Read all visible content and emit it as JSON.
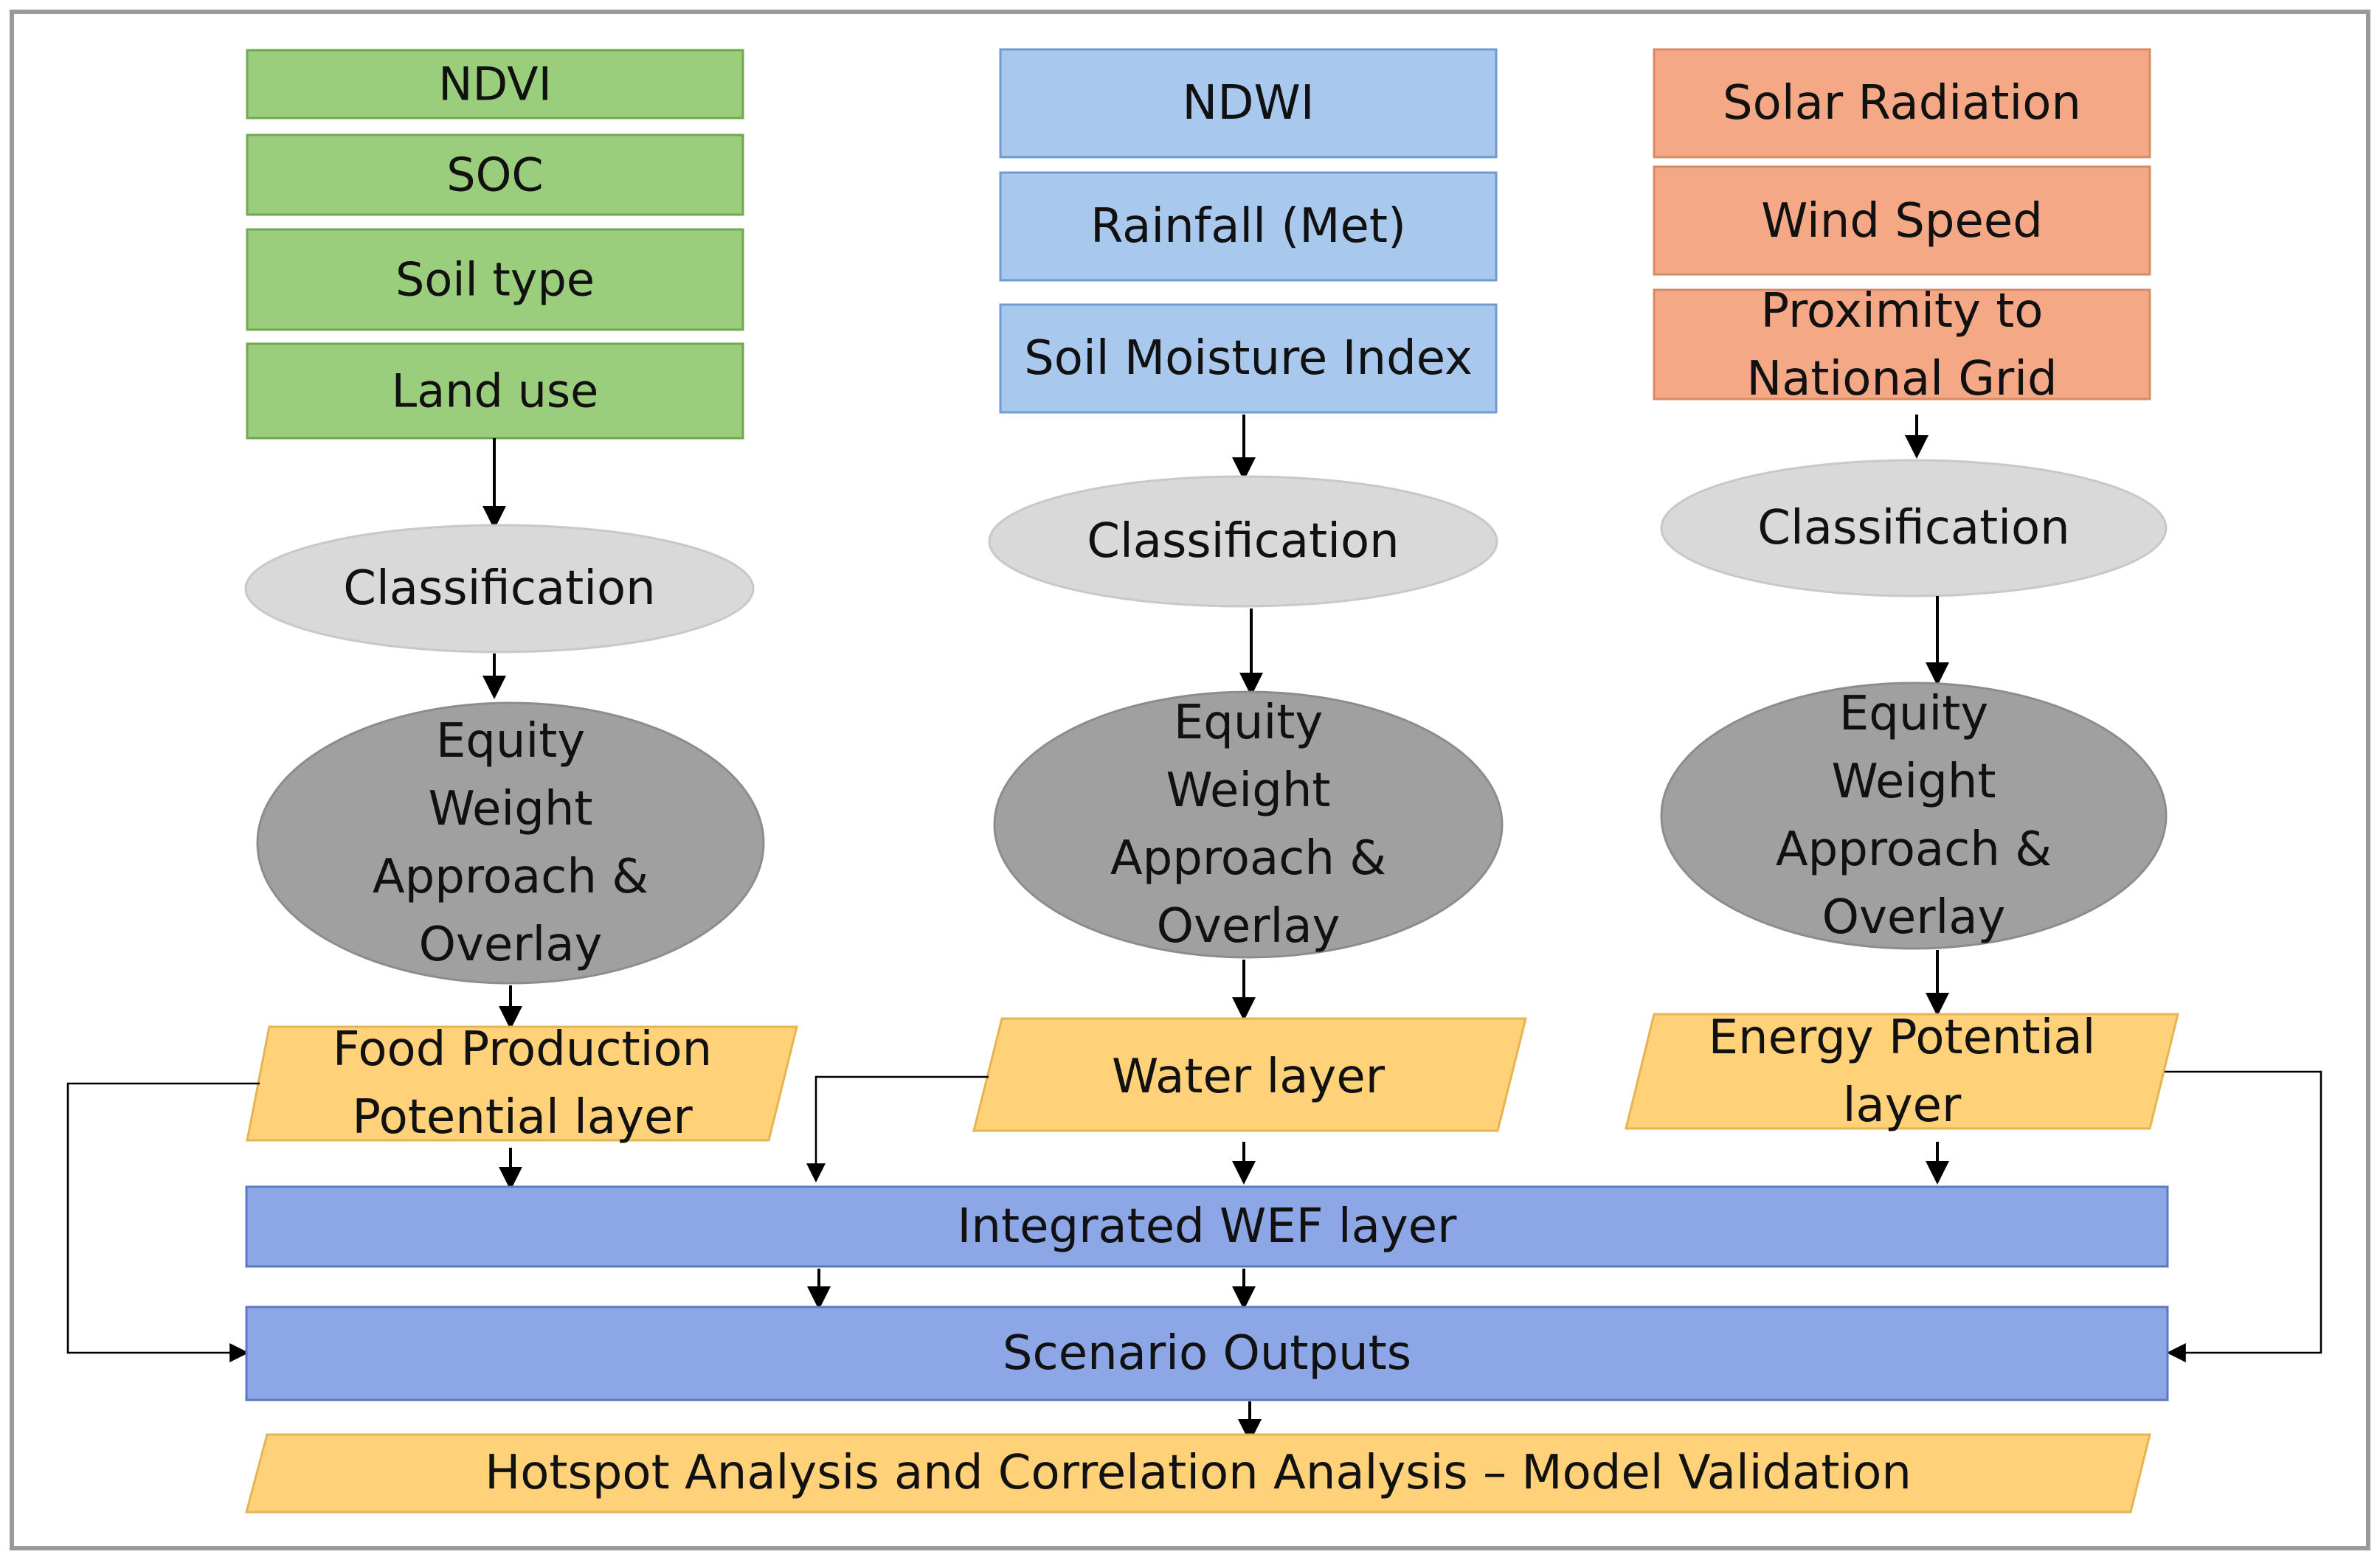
{
  "colors": {
    "food": "#9ACD7C",
    "food_border": "#6FA84F",
    "water": "#A8C8EE",
    "water_border": "#6E9BD3",
    "energy": "#F4A885",
    "energy_border": "#D98A64",
    "classification": "#D9D9D9",
    "equity": "#A0A0A0",
    "layer": "#FFD27A",
    "layer_border": "#E6B451",
    "integrated": "#8CA6E6",
    "integrated_border": "#5B78C2"
  },
  "food_inputs": [
    "NDVI",
    "SOC",
    "Soil type",
    "Land use"
  ],
  "water_inputs": [
    "NDWI",
    "Rainfall (Met)",
    "Soil Moisture Index"
  ],
  "energy_inputs": [
    "Solar Radiation",
    "Wind Speed",
    "Proximity to\nNational Grid"
  ],
  "classification_label": "Classification",
  "equity_label": "Equity\nWeight\nApproach &\nOverlay",
  "layers": {
    "food": "Food Production\nPotential layer",
    "water": "Water layer",
    "energy": "Energy Potential\nlayer"
  },
  "integrated_label": "Integrated WEF layer",
  "scenario_label": "Scenario Outputs",
  "validation_label": "Hotspot Analysis and Correlation Analysis – Model Validation"
}
